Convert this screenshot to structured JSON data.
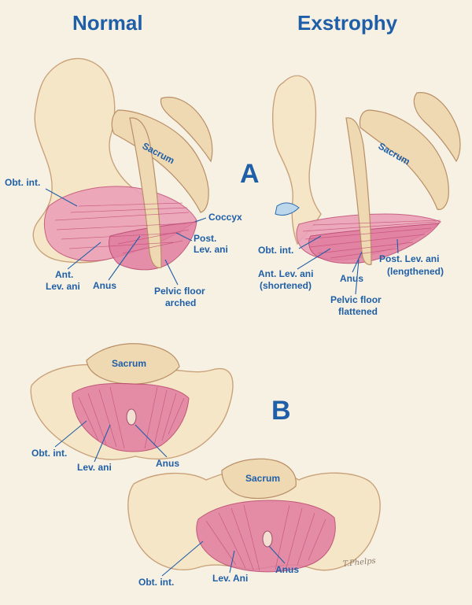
{
  "titles": {
    "normal": "Normal",
    "exstrophy": "Exstrophy",
    "panel_a": "A",
    "panel_b": "B"
  },
  "labels_a_normal": {
    "sacrum": "Sacrum",
    "obt_int": "Obt. int.",
    "coccyx": "Coccyx",
    "post_lev_ani": [
      "Post.",
      "Lev. ani"
    ],
    "ant_lev_ani": [
      "Ant.",
      "Lev. ani"
    ],
    "anus": "Anus",
    "pelvic_floor": [
      "Pelvic floor",
      "arched"
    ]
  },
  "labels_a_exstrophy": {
    "sacrum": "Sacrum",
    "obt_int": "Obt. int.",
    "post_lev_ani": [
      "Post. Lev. ani",
      "(lengthened)"
    ],
    "ant_lev_ani": [
      "Ant. Lev. ani",
      "(shortened)"
    ],
    "anus": "Anus",
    "pelvic_floor": [
      "Pelvic floor",
      "flattened"
    ]
  },
  "labels_b_normal": {
    "sacrum": "Sacrum",
    "obt_int": "Obt. int.",
    "lev_ani": "Lev. ani",
    "anus": "Anus"
  },
  "labels_b_exstrophy": {
    "sacrum": "Sacrum",
    "obt_int": "Obt. int.",
    "lev_ani": "Lev. Ani",
    "anus": "Anus"
  },
  "signature": "T.Phelps",
  "colors": {
    "label_blue": "#1f5fa8",
    "muscle_pink": "#e17da0",
    "bone_cream": "#f6e6c8",
    "background": "#f7f1e3"
  }
}
